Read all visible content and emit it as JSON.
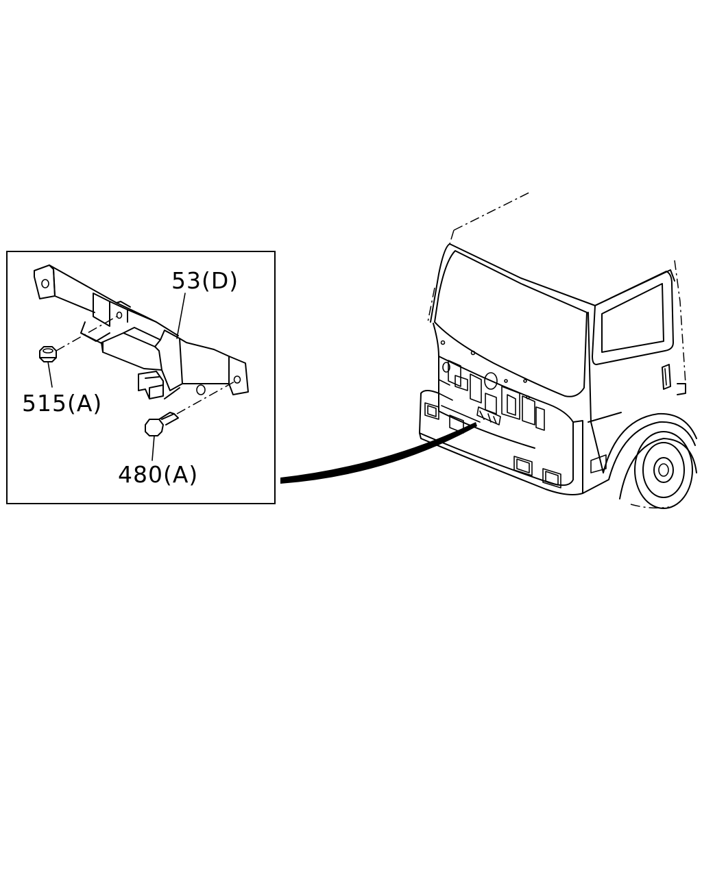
{
  "callouts": {
    "bracket": "53(D)",
    "nut": "515(A)",
    "bolt": "480(A)"
  },
  "colors": {
    "line": "#000000",
    "background": "#ffffff"
  }
}
